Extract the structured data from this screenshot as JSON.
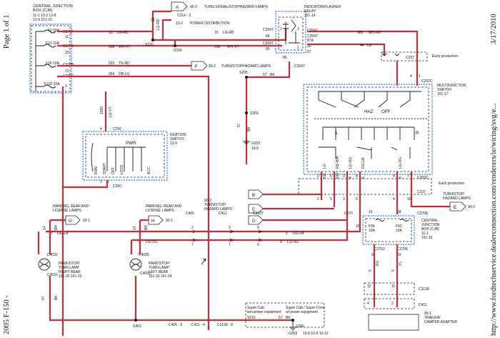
{
  "side_labels": {
    "page": "Page 1 of 1",
    "year_model": "2005 F-150 -",
    "url": "http://www.fordtechservice.dealerconnection.com/renderers/ie/wiring/svg/e...",
    "date": "3/17/2010"
  },
  "cjb_left": {
    "title": "CENTRAL JUNCTION",
    "title2": "BOX (CJB)",
    "refs1": "11-1   13-2   13-8",
    "refs2": "13-9   151-15",
    "fuses": [
      "F2  20A",
      "F13  10A",
      "F18  10A",
      "F102  20A"
    ],
    "pins": [
      "C270F",
      "C270E",
      "C270B",
      "C270G"
    ],
    "pin_nums": [
      "11",
      "23",
      "21",
      "3"
    ]
  },
  "wires_top": [
    {
      "num": "10",
      "color": "LG-RD"
    },
    {
      "num": "298",
      "color": "WH-VT"
    },
    {
      "num": "533",
      "color": "TN-RD"
    },
    {
      "num": "964",
      "color": "DB-LG"
    }
  ],
  "top": {
    "a_label": "A",
    "a_ref": "90-2",
    "a_text": "TURN SIGNAL/STOP/HAZARD LAMPS",
    "c214": "C214 - 3",
    "pdist_ref": "13-2",
    "pdist": "POWER DISTRIBUTION",
    "s220": "S220",
    "s210": "S210",
    "wire_19": "19",
    "wire_19_color": "LG-RD",
    "f_label": "F",
    "f_ref": "90-2",
    "f_text": "TURN/STOP/HAZARD LAMPS",
    "s205": "S205",
    "w57": "57",
    "w57c": "BK",
    "s203": "S203",
    "g202": "G202",
    "g202_ref": "10-5",
    "bk": "BK",
    "w57b": "57"
  },
  "relay": {
    "title": "INDICATOR/FLASHER",
    "title2": "RELAY",
    "ref": "151-14",
    "c2047a": "C2047",
    "c2047b": "C2047",
    "c2047c": "C2047",
    "p86": "86",
    "p85": "85",
    "p87a": "87A",
    "p30": "30",
    "p87": "87",
    "p85b": "85",
    "p2": "2",
    "p3": "3",
    "p1": "1",
    "w385": "385",
    "w385c": "WH-RD",
    "w44": "44",
    "w44c": "LB",
    "w10": "10",
    "w10c": "LG-RD",
    "w298": "298",
    "w298c": "WH-VT"
  },
  "early_top": {
    "label": "Early production",
    "c237": "C237",
    "c202c": "C202C",
    "p4": "4",
    "p1": "1"
  },
  "mfs": {
    "title": "MULTIFUNCTION",
    "title2": "SWITCH",
    "ref": "151-17",
    "haz": "HAZ",
    "off": "OFF",
    "l": "L",
    "r": "R"
  },
  "bottom_conn": {
    "c202c": "C202C",
    "early": "Early production",
    "c237": "C237",
    "pins_top": [
      "2",
      "5",
      "3",
      "8",
      "4",
      "7"
    ],
    "wires": [
      {
        "num": "511",
        "color": "LG"
      },
      {
        "num": "810",
        "color": "RD-WH"
      },
      {
        "num": "9",
        "color": "LG-OG"
      },
      {
        "num": "5",
        "color": "OG-LB"
      },
      {
        "num": "3",
        "color": "LG-OG"
      }
    ],
    "pins_bot": [
      "2",
      "5",
      "3",
      "6",
      "4",
      "10"
    ]
  },
  "ignition": {
    "title": "IGNITION",
    "title2": "SWITCH",
    "ref": "13-9",
    "c250a": "C250",
    "c250b": "C250",
    "pwr": "PWR",
    "w1050": "1050",
    "w1050c": "LG-VT",
    "p4": "4",
    "p2": "2",
    "p1": "1",
    "positions": [
      "RUN",
      "START",
      "OFF",
      "LOCK",
      "ACC"
    ]
  },
  "connectors_bcd": [
    {
      "label": "B",
      "ref": "90-2"
    },
    {
      "label": "C",
      "ref": ""
    },
    {
      "label": "D",
      "ref": ""
    }
  ],
  "bcd_text": "TURN/STOP/",
  "bcd_text2": "HAZARD LAMPS",
  "bcd_ref": "90-2",
  "right_tsh": {
    "text": "TURN/STOP/",
    "text2": "HAZARD LAMPS",
    "e": "E",
    "eref": "90-2"
  },
  "cjb_right": {
    "title": "CENTRAL",
    "title2": "JUNCTION",
    "title3": "BOX (CJB)",
    "refs": "11-1",
    "refs2": "151-16",
    "f36": "F36",
    "f36a": "10A",
    "f42": "F42",
    "f42a": "10A",
    "c270e": "C270E",
    "c270j": "C270J",
    "c270k": "C270K",
    "c270": "C270",
    "p15": "15",
    "p18": "18",
    "p16": "16",
    "p9": "9",
    "p19": "19"
  },
  "lamps_left": {
    "parking_text": "PARKING, REAR AND",
    "parking_text2": "LICENSE LAMPS",
    "parking_ref": "92-1",
    "g": "G",
    "gref": "92-1",
    "h": "H",
    "href": "92-1",
    "turn_right": "PARK/STOP/",
    "turn_right2": "TURN LAMP",
    "turn_right3": "RIGHT REAR",
    "turn_right_ref": "151-20    151-22",
    "turn_left": "PARK/STOP/",
    "turn_left2": "TURN LAMP",
    "turn_left3": "LEFT REAR",
    "turn_left_ref": "151-20    151-24",
    "c4032a": "C4032",
    "c4032b": "C4032",
    "c4035a": "C4035",
    "c4035b": "C4035",
    "w14": "14",
    "br": "BR",
    "s401": "S401",
    "w57": "57",
    "bk": "BK"
  },
  "mid_wires": {
    "c405": "C405",
    "c411": "C411",
    "c3137": "C3137",
    "w5": "5",
    "w5c": "OG-LB",
    "w9": "9",
    "w9c": "LG-OG",
    "c405b": "C405 - 8",
    "c411b": "C411 - 4",
    "c3138": "C3138 - 8",
    "p2": "2",
    "p7": "7",
    "p3": "3",
    "p5": "5",
    "p6": "6",
    "p8": "8"
  },
  "super_cab": {
    "t1": "Super Cab",
    "t2": "w/o power equipment",
    "s216": "S216",
    "t3": "Super Cab / Super Crew",
    "t4": "w/ power equipment",
    "s340": "S340",
    "g303": "G303",
    "g303_ref": "10-8   10-9   10-10",
    "w57": "57",
    "w57c": "BK"
  },
  "trailer": {
    "c3138": "C3138",
    "c411": "C411",
    "t1": "95-1",
    "t2": "TRAILER/",
    "t3": "CAMPER ADAPTER",
    "w_dg": "DG",
    "w_yl": "YL",
    "w5": "5",
    "w5b": "5",
    "w3": "3",
    "w12": "12",
    "w11": "11",
    "w4": "4",
    "w2": "2"
  }
}
